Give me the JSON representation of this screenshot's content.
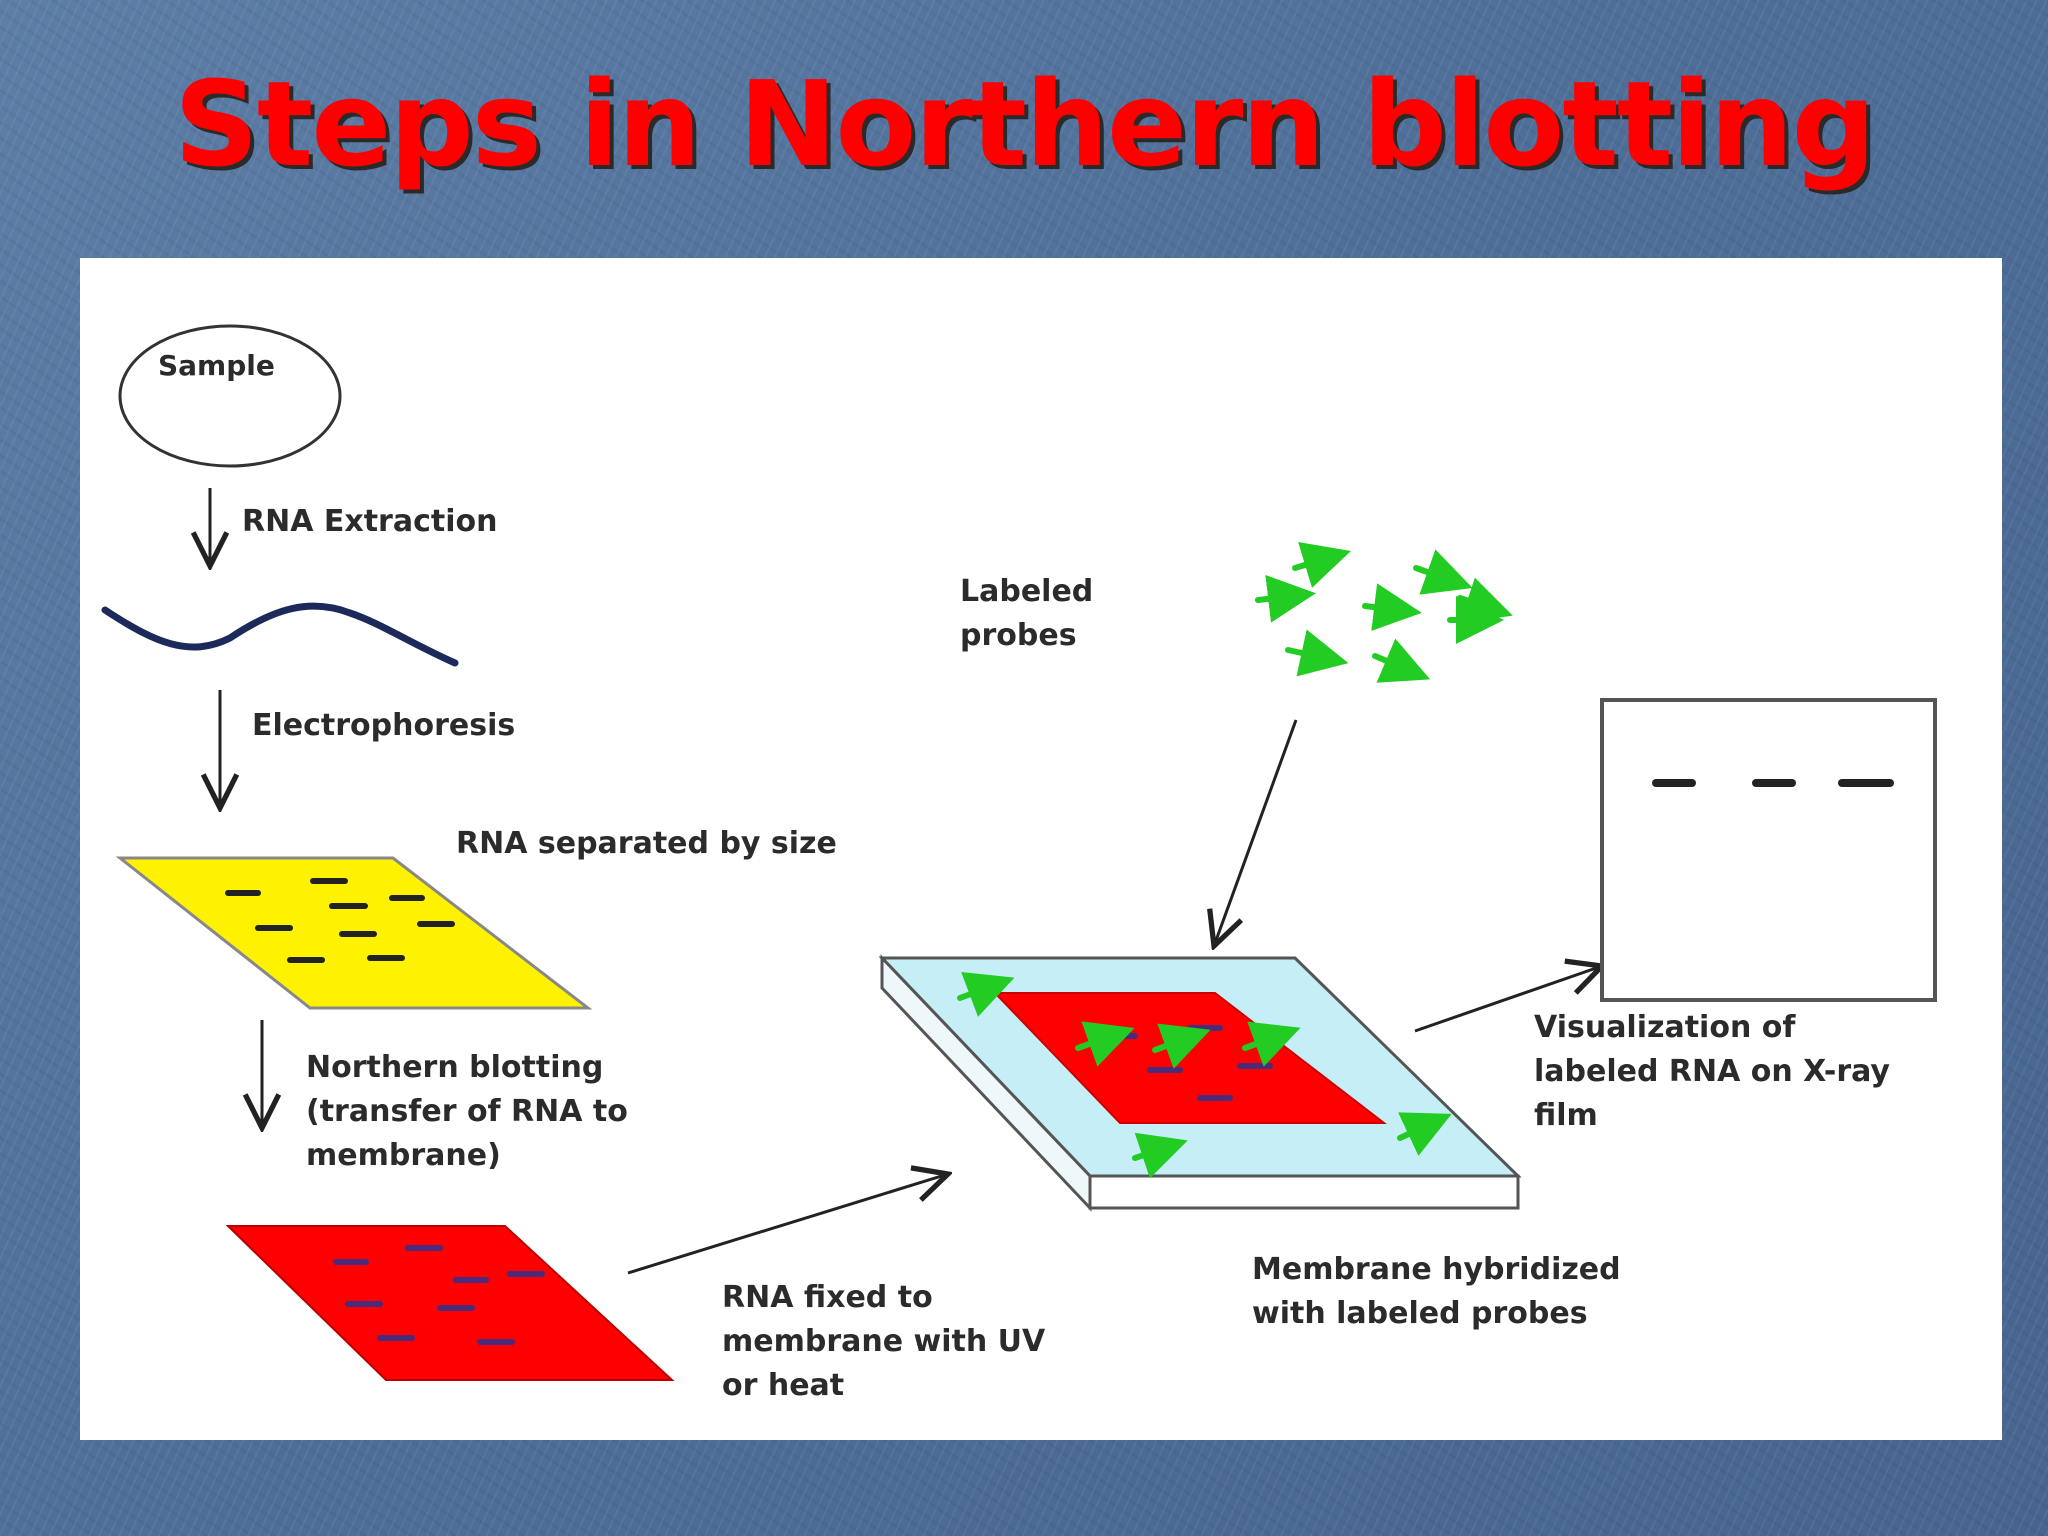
{
  "slide": {
    "title": "Steps in Northern blotting",
    "title_color": "#ff0000",
    "background_color": "#4f6f99"
  },
  "diagram": {
    "labels": {
      "sample": "Sample",
      "rna_extraction": "RNA Extraction",
      "electrophoresis": "Electrophoresis",
      "rna_separated": "RNA separated by size",
      "northern_blotting": "Northern blotting\n(transfer of RNA to\nmembrane)",
      "rna_fixed": "RNA fixed to\nmembrane with UV\nor heat",
      "labeled_probes": "Labeled\nprobes",
      "membrane_hybridized": "Membrane hybridized\nwith labeled probes",
      "visualization": "Visualization of\nlabeled RNA on X-ray\nfilm"
    },
    "colors": {
      "gel": "#fff200",
      "membrane": "#ff0000",
      "tray": "#c6eef7",
      "probe": "#22cc22",
      "rna_strand": "#1b2a5a"
    }
  }
}
